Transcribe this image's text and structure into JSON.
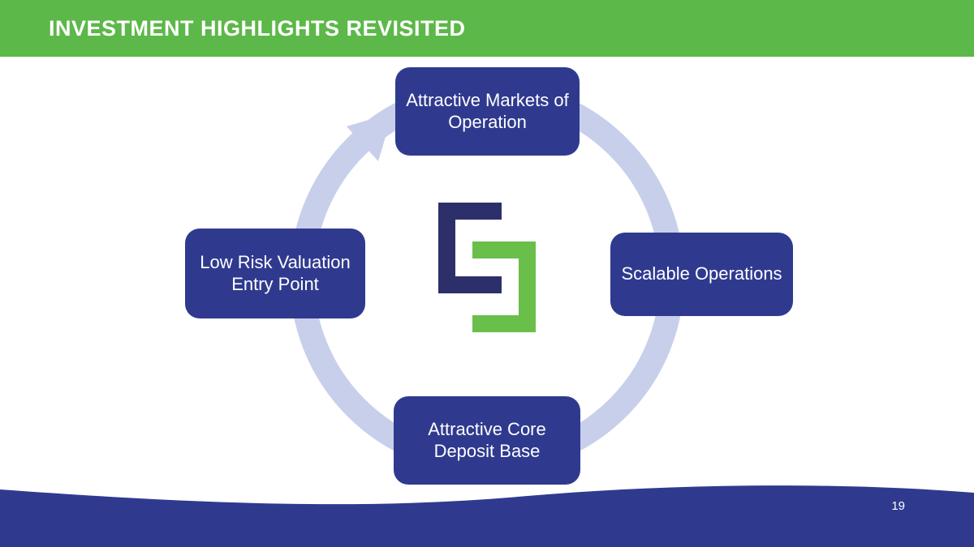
{
  "header": {
    "title": "INVESTMENT HIGHLIGHTS REVISITED",
    "bg_color": "#5cb848",
    "text_color": "#ffffff"
  },
  "diagram": {
    "type": "cycle",
    "ring_color": "#c8cfeb",
    "node_color": "#2f3a8f",
    "nodes": [
      {
        "position": "top",
        "label": "Attractive Markets of Operation"
      },
      {
        "position": "right",
        "label": "Scalable Operations"
      },
      {
        "position": "bottom",
        "label": "Attractive Core Deposit Base"
      },
      {
        "position": "left",
        "label": "Low Risk Valuation Entry Point"
      }
    ],
    "logo": {
      "name": "company-logo",
      "navy_color": "#2d2f6b",
      "green_color": "#6abf4a"
    }
  },
  "footer": {
    "bg_color": "#2f3a8f",
    "page_number": "19"
  }
}
